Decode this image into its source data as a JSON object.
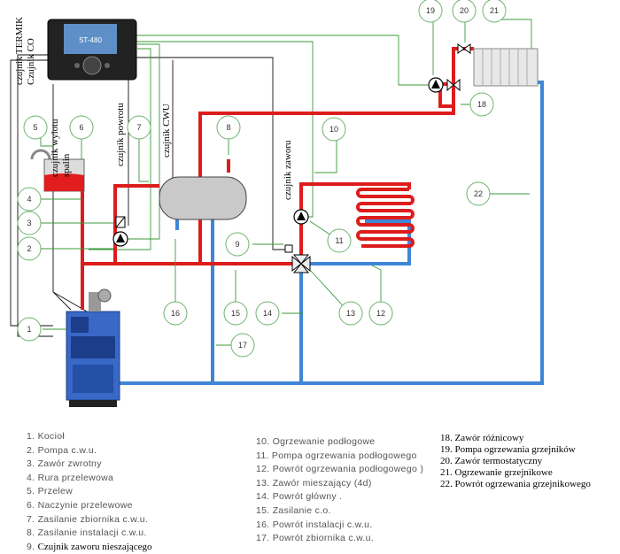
{
  "sensor_labels": {
    "termik": "czujnik TERMIK",
    "co": "Czujnik CO",
    "wylotu_spalin_1": "czujnik wylotu",
    "wylotu_spalin_2": "spalin",
    "powrotu": "czujnik powrotu",
    "cwu": "czujnik CWU",
    "zaworu": "czujnik zaworu"
  },
  "callouts": [
    "1",
    "2",
    "3",
    "4",
    "5",
    "6",
    "7",
    "8",
    "9",
    "10",
    "11",
    "12",
    "13",
    "14",
    "15",
    "16",
    "17",
    "18",
    "19",
    "20",
    "21",
    "22"
  ],
  "legend_left": [
    "1. Kocioł",
    "2. Pompa c.w.u.",
    "3. Zawór zwrotny",
    "4. Rura przelewowa",
    "5. Przelew",
    "6. Naczynie przelewowe",
    "7. Zasilanie zbiornika c.w.u.",
    "8. Zasilanie instalacji c.w.u.",
    "Czujnik zaworu nieszającego"
  ],
  "legend_left_last_num": "9.",
  "legend_middle": [
    "10. Ogrzewanie podłogowe",
    "11. Pompa ogrzewania podłogowego",
    "12. Powrót ogrzewania podłogowego )",
    "13. Zawór mieszający (4d)",
    "14. Powrót główny .",
    "15. Zasilanie c.o.",
    "16. Powrót instalacji c.w.u.",
    "17. Powrót zbiornika c.w.u."
  ],
  "legend_right": [
    "18. Zawór różnicowy",
    "19. Pompa ogrzewania grzejników",
    "20. Zawór termostatyczny",
    "21. Ogrzewanie grzejnikowe",
    "22. Powrót ogrzewania grzejnikowego"
  ],
  "controller_screen": "ST-480"
}
